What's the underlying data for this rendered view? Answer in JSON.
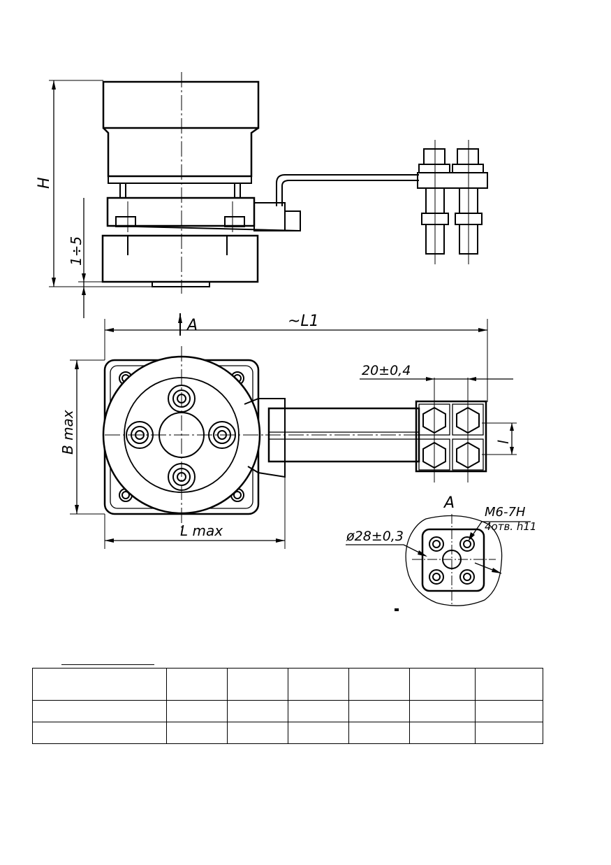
{
  "drawing": {
    "front_view": {
      "dim_height_label": "H",
      "dim_gap_label": "1÷5"
    },
    "top_view": {
      "section_marker_label": "A",
      "dim_total_length_label": "~L1",
      "dim_width_label": "B max",
      "dim_length_label": "L max",
      "dim_terminal_pitch_label": "20±0,4",
      "dim_terminal_gap_label": "l"
    },
    "detail_view": {
      "view_label": "A",
      "thread_spec_label": "M6-7H",
      "holes_spec_label": "4отв. h11",
      "circle_dim_label": "ø28±0,3"
    }
  },
  "table": {
    "columns": 7,
    "rows": [
      [
        "",
        "",
        "",
        "",
        "",
        "",
        ""
      ],
      [
        "",
        "",
        "",
        "",
        "",
        "",
        ""
      ],
      [
        "",
        "",
        "",
        "",
        "",
        "",
        ""
      ]
    ]
  }
}
